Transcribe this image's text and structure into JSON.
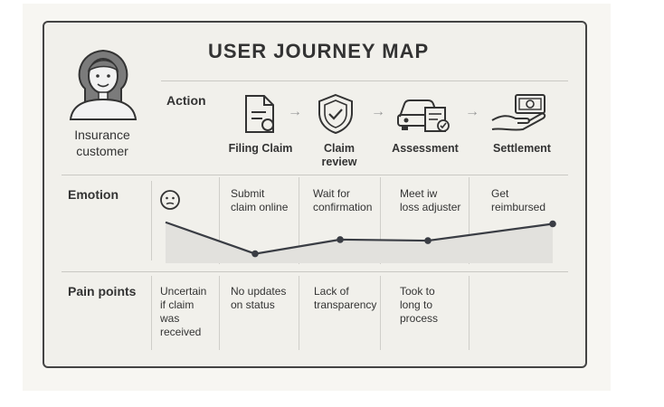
{
  "title": "USER JOURNEY MAP",
  "persona": {
    "line1": "Insurance",
    "line2": "customer",
    "icon": "woman-avatar-icon"
  },
  "rows": {
    "action": "Action",
    "emotion": "Emotion",
    "pain_points": "Pain points"
  },
  "stages": [
    {
      "label_line1": "Filing Claim",
      "label_line2": "",
      "icon": "document-icon"
    },
    {
      "label_line1": "Claim",
      "label_line2": "review",
      "icon": "shield-check-icon"
    },
    {
      "label_line1": "Assessment",
      "label_line2": "",
      "icon": "car-document-icon"
    },
    {
      "label_line1": "Settlement",
      "label_line2": "",
      "icon": "hand-money-icon"
    }
  ],
  "emotion_steps": [
    {
      "line1": "Submit",
      "line2": "claim online"
    },
    {
      "line1": "Wait for",
      "line2": "confirmation"
    },
    {
      "line1": "Meet iw",
      "line2": "loss adjuster"
    },
    {
      "line1": "Get",
      "line2": "reimbursed"
    }
  ],
  "emotion_icon": "neutral-face-icon",
  "emotion_levels": [
    0.78,
    0.18,
    0.45,
    0.43,
    0.75
  ],
  "pain_points": [
    [
      "Uncertain",
      "if claim",
      "was",
      "received"
    ],
    [
      "No updates",
      "on status"
    ],
    [
      "Lack of",
      "transparency"
    ],
    [
      "Took to",
      "long to",
      "process"
    ],
    []
  ],
  "colors": {
    "line": "#3a3d44",
    "fill": "#e2e1dd",
    "border": "#444444"
  }
}
